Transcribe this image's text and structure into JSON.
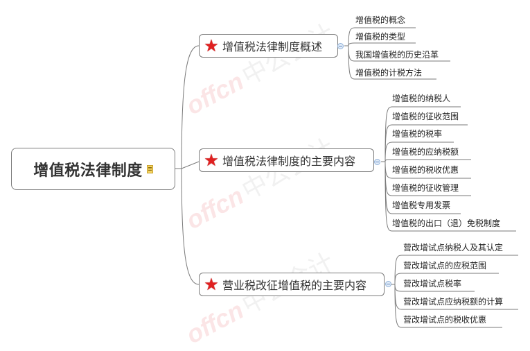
{
  "root": {
    "title": "增值税法律制度",
    "icon": "note-icon"
  },
  "watermark": {
    "brand": "offcn",
    "text": "中公会计"
  },
  "branches": [
    {
      "label": "增值税法律制度概述",
      "icon": "star-icon",
      "children": [
        "增值税的概念",
        "增值税的类型",
        "我国增值税的历史沿革",
        "增值税的计税方法"
      ]
    },
    {
      "label": "增值税法律制度的主要内容",
      "icon": "star-icon",
      "children": [
        "增值税的纳税人",
        "增值税的征收范围",
        "增值税的税率",
        "增值税的应纳税额",
        "增值税的税收优惠",
        "增值税的征收管理",
        "增值税专用发票",
        "增值税的出口（退）免税制度"
      ]
    },
    {
      "label": "营业税改征增值税的主要内容",
      "icon": "star-icon",
      "children": [
        "营改增试点纳税人及其认定",
        "营改增试点的应税范围",
        "营改增试点税率",
        "营改增试点应纳税额的计算",
        "营改增试点的税收优惠"
      ]
    }
  ],
  "colors": {
    "line": "#7a7a7a",
    "star": "#e02020",
    "collapse": "#8fb0d8"
  }
}
